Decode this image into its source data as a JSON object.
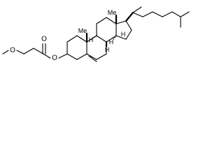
{
  "diagram": {
    "atom_labels": {
      "methoxy_oxygen": "O",
      "carbonyl_oxygen": "O",
      "ester_oxygen": "O",
      "c10_methyl": "Me",
      "c13_methyl": "Me",
      "c8_hydrogen": "H",
      "c9_hydrogen": "H",
      "c14_hydrogen": "H",
      "c17_hydrogen": "H"
    },
    "colors": {
      "bond": "#000000",
      "text": "#000000",
      "background": "#ffffff"
    }
  }
}
